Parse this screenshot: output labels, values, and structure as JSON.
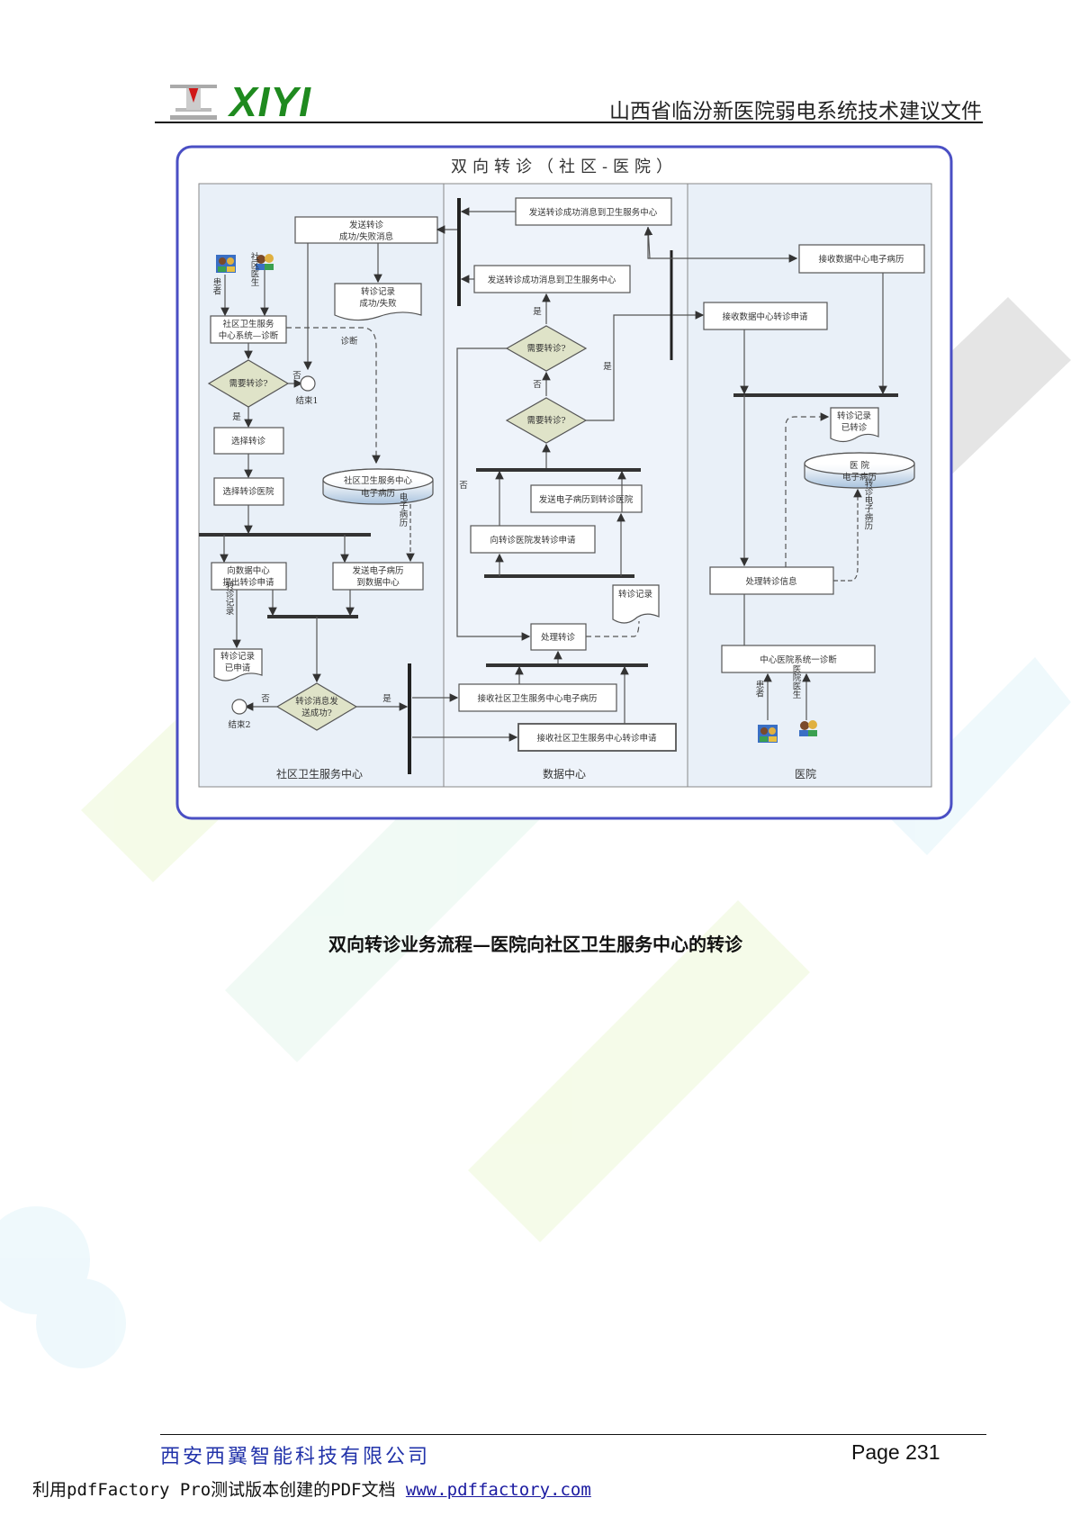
{
  "header": {
    "logo_text": "XIYI",
    "title": "山西省临汾新医院弱电系统技术建议文件"
  },
  "diagram": {
    "title": "双向转诊（社区-医院）",
    "lanes": [
      "社区卫生服务中心",
      "数据中心",
      "医院"
    ],
    "community": {
      "send_result_msg": [
        "发送转诊",
        "成功/失败消息"
      ],
      "record_result": [
        "转诊记录",
        "成功/失败"
      ],
      "patient_label": "患者",
      "doctor_label": "社区医生",
      "diagnose": [
        "社区卫生服务",
        "中心系统—诊断"
      ],
      "diagnose_edge_label": "诊断",
      "need_referral": "需要转诊?",
      "no_label": "否",
      "yes_label": "是",
      "end1": "结束1",
      "select_referral": "选择转诊",
      "select_hospital": "选择转诊医院",
      "emr_db": [
        "社区卫生服务中心",
        "电子病历"
      ],
      "emr_edge_label": "电子病历",
      "apply_to_dc": [
        "向数据中心",
        "提出转诊申请"
      ],
      "send_emr_to_dc": [
        "发送电子病历",
        "到数据中心"
      ],
      "record_edge_label": "转诊记录",
      "record_applied": [
        "转诊记录",
        "已申请"
      ],
      "msg_sent_ok": [
        "转诊消息发",
        "送成功?"
      ],
      "end2": "结束2"
    },
    "datacenter": {
      "send_success_1": "发送转诊成功消息到卫生服务中心",
      "send_success_2": "发送转诊成功消息到卫生服务中心",
      "need_referral_a": "需要转诊?",
      "need_referral_b": "需要转诊?",
      "yes_label": "是",
      "no_label": "否",
      "send_emr_to_hospital": "发送电子病历到转诊医院",
      "apply_to_hospital": "向转诊医院发转诊申请",
      "record": "转诊记录",
      "process": "处理转诊",
      "recv_emr": "接收社区卫生服务中心电子病历",
      "recv_apply": "接收社区卫生服务中心转诊申请"
    },
    "hospital": {
      "recv_emr": "接收数据中心电子病历",
      "recv_apply": "接收数据中心转诊申请",
      "record_referred": [
        "转诊记录",
        "已转诊"
      ],
      "emr_db": [
        "医  院",
        "电子病历"
      ],
      "emr_edge_label": "转诊电子病历",
      "process_info": "处理转诊信息",
      "diagnose": "中心医院系统一诊断",
      "patient_label": "患者",
      "doctor_label": "医院医生"
    }
  },
  "caption": "双向转诊业务流程—医院向社区卫生服务中心的转诊",
  "footer": {
    "company": "西安西翼智能科技有限公司",
    "page": "Page 231",
    "pdf_note": "利用pdfFactory Pro测试版本创建的PDF文档 ",
    "pdf_link": "www.pdffactory.com"
  },
  "colors": {
    "frame": "#4a4fc4",
    "lane_bg": "#e9f0f8",
    "diamond": "#dfe3c8",
    "logo_green": "#1f8a1f",
    "footer_blue": "#2233aa"
  }
}
